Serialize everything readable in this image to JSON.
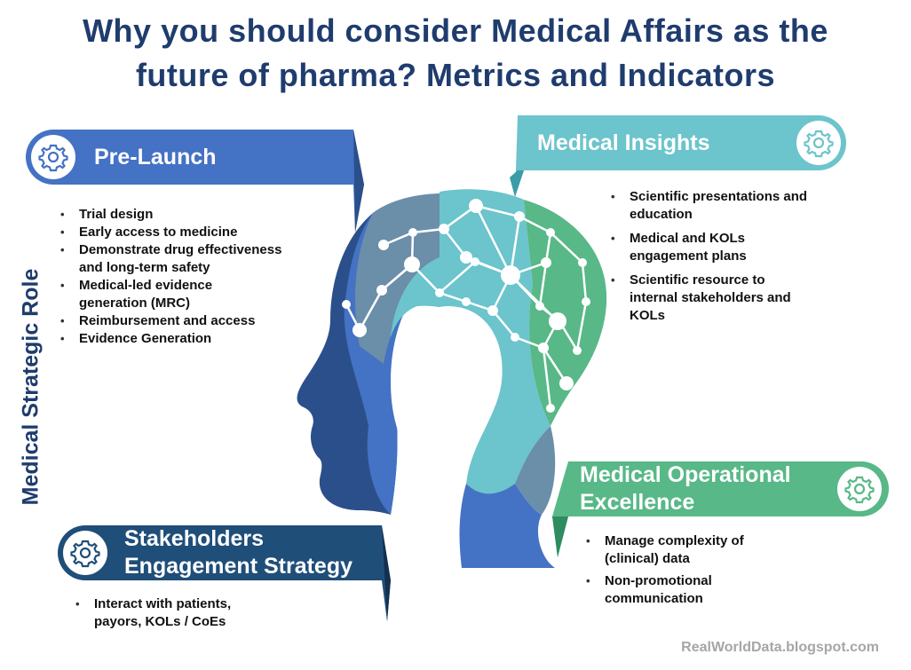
{
  "title": {
    "line1": "Why you should consider Medical Affairs as the",
    "line2": "future of pharma? Metrics and Indicators"
  },
  "vertical_label": "Medical Strategic Role",
  "colors": {
    "navy": "#1f3c6e",
    "blue": "#4472c4",
    "dark_blue": "#2b4f8a",
    "teal": "#6cc4cc",
    "green": "#58b887",
    "slate": "#6b8ea9"
  },
  "icons": [
    "gear-icon"
  ],
  "sections": {
    "pre_launch": {
      "title": "Pre-Launch",
      "items": [
        [
          "Trial design"
        ],
        [
          "Early access  to  medicine"
        ],
        [
          "Demonstrate drug effectiveness",
          "and long-term safety"
        ],
        [
          "Medical-led   evidence",
          "generation (MRC)"
        ],
        [
          "Reimbursement  and access"
        ],
        [
          "Evidence  Generation"
        ]
      ]
    },
    "medical_insights": {
      "title": "Medical  Insights",
      "items": [
        [
          "Scientific presentations and",
          "education"
        ],
        [
          "Medical  and  KOLs",
          "engagement plans"
        ],
        [
          "Scientific resource to",
          "internal stakeholders and",
          "KOLs"
        ]
      ]
    },
    "operational_excellence": {
      "title_line1": "Medical  Operational",
      "title_line2": "Excellence",
      "items": [
        [
          "Manage  complexity of",
          "(clinical)  data"
        ],
        [
          "Non-promotional",
          "communication"
        ]
      ]
    },
    "stakeholders": {
      "title_line1": "Stakeholders",
      "title_line2": "Engagement Strategy",
      "items": [
        [
          "Interact with patients,",
          "payors, KOLs / CoEs"
        ]
      ]
    }
  },
  "footer": "RealWorldData.blogspot.com"
}
